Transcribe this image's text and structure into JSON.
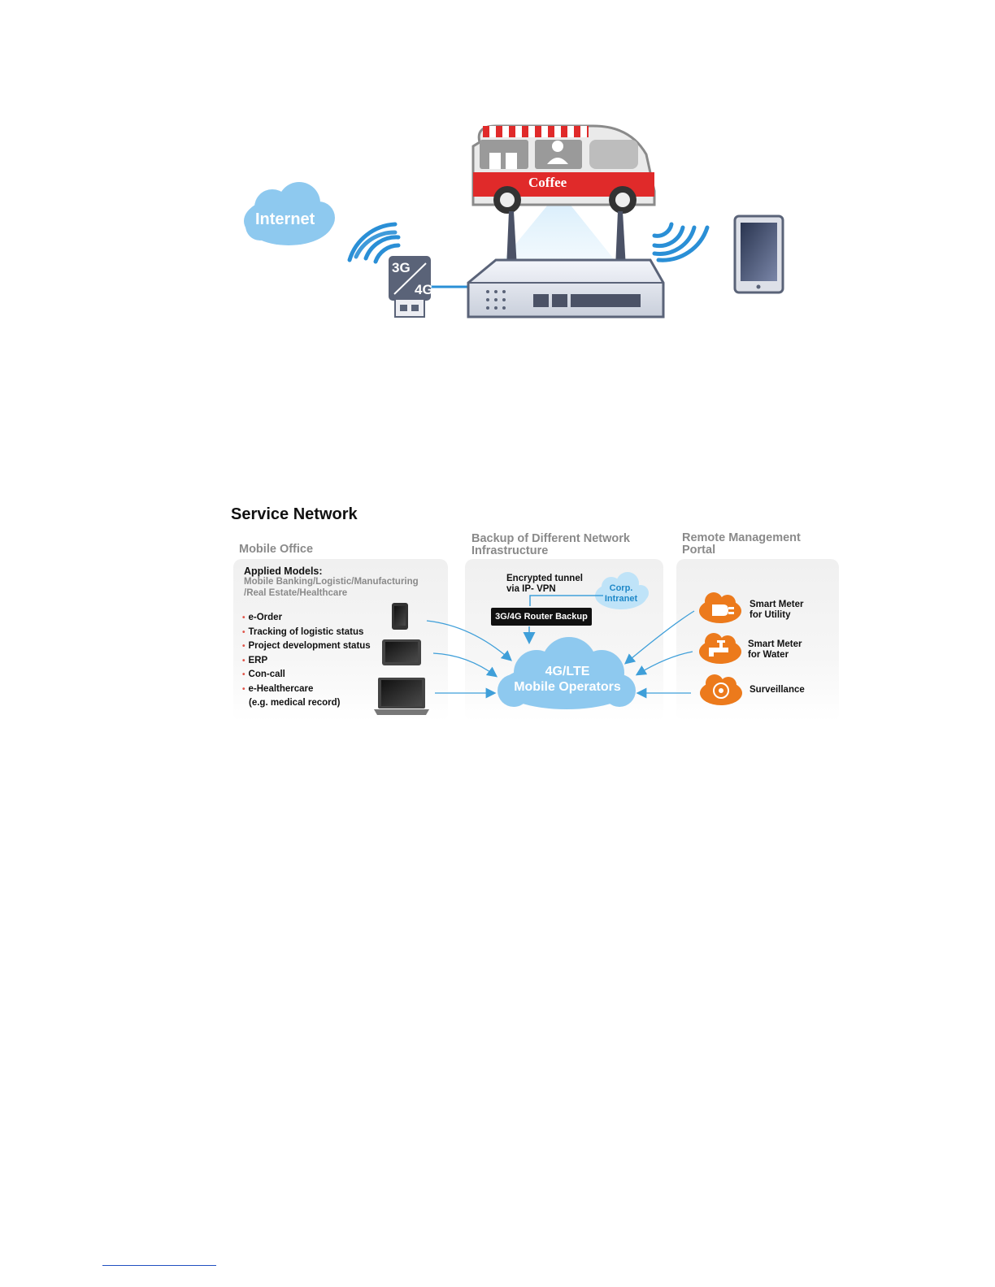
{
  "top_diagram": {
    "internet_label": "Internet",
    "coffee_label": "Coffee",
    "dongle_label_3g": "3G",
    "dongle_label_4g": "4G"
  },
  "service_network": {
    "title": "Service Network",
    "columns": {
      "mobile_office": {
        "heading": "Mobile Office",
        "applied_title": "Applied Models:",
        "applied_desc": "Mobile Banking/Logistic/Manufacturing /Real Estate/Healthcare",
        "items": [
          "e-Order",
          "Tracking of logistic status",
          "Project development status",
          "ERP",
          "Con-call",
          "e-Healthercare",
          "(e.g. medical record)"
        ]
      },
      "backup": {
        "heading": "Backup of Different Network Infrastructure",
        "tunnel_text": "Encrypted tunnel via IP- VPN",
        "corp_label": "Corp. Intranet",
        "backup_label": "3G/4G Router Backup"
      },
      "remote": {
        "heading": "Remote Management Portal",
        "items": [
          "Smart Meter for Utility",
          "Smart Meter for Water",
          "Surveillance"
        ]
      }
    },
    "center_label_line1": "4G/LTE",
    "center_label_line2": "Mobile Operators"
  },
  "colors": {
    "cloud_blue": "#8ec9ef",
    "remote_orange": "#ec7a1c",
    "arrow_blue": "#3f9fd9",
    "coffee_red": "#e02a2a"
  }
}
